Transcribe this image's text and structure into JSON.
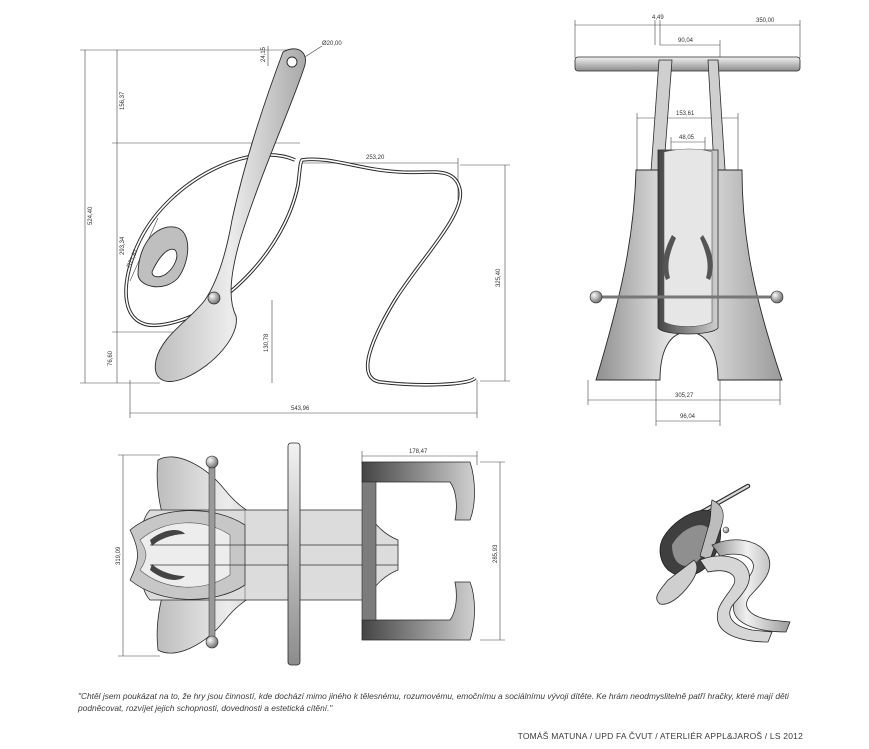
{
  "dimensions": {
    "side": {
      "pivot_offset": "24,15",
      "pivot_diameter": "Ø20,00",
      "upper_height": "156,37",
      "total_height": "524,40",
      "handle_radius": "R71,87",
      "seat_height": "293,34",
      "loop_width": "253,20",
      "loop_height": "325,40",
      "lower_height": "130,78",
      "foot_height": "76,60",
      "total_width": "543,96"
    },
    "front": {
      "offset_top": "4,49",
      "bar_length": "350,00",
      "top_width": "90,04",
      "mid_width": "153,61",
      "inner_width": "48,05",
      "base_width": "305,27",
      "base_inner": "96,04"
    },
    "top": {
      "depth": "178,47",
      "width_left": "319,09",
      "width_right": "285,93"
    }
  },
  "quote": "\"Chtěl jsem poukázat na to, že hry jsou činností, kde dochází mimo jiného k  tělesnému, rozumovému, emočnímu a sociálnímu vývoji dítěte. Ke hrám neodmyslitelně patří hračky, které mají děti podněcovat, rozvíjet jejich schopnosti, dovednosti a estetická cítění.\"",
  "credit": "TOMÁŠ MATUNA / UPD FA ČVUT / ATERLIÉR APPL&JAROŠ / LS 2012",
  "colors": {
    "line": "#2a2a2a",
    "fill": "#d9d9d9",
    "shade": "#7a7a7a",
    "dark": "#3c3c3c"
  }
}
